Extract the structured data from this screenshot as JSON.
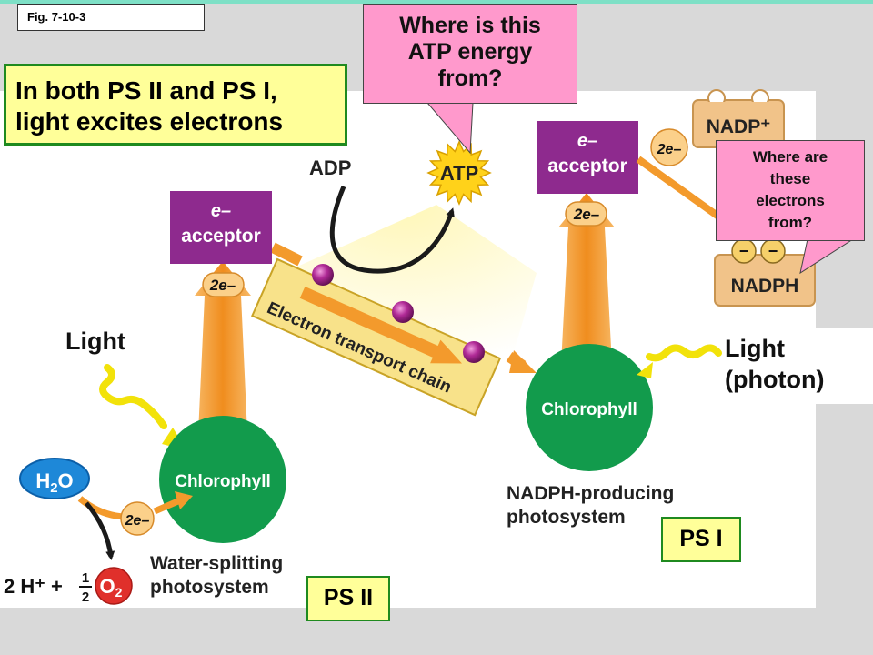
{
  "figure_label": "Fig. 7-10-3",
  "headline": {
    "line1": "In both PS II and PS I,",
    "line2": "light excites electrons"
  },
  "callout_atp": {
    "line1": "Where is this",
    "line2": "ATP energy",
    "line3": "from?"
  },
  "callout_electrons": {
    "line1": "Where are",
    "line2": "these",
    "line3": "electrons",
    "line4": "from?"
  },
  "ps2": {
    "acceptor_e": "e–",
    "acceptor_word": "acceptor",
    "electron_pair": "2e–",
    "chlorophyll": "Chlorophyll",
    "light": "Light",
    "water": "H2O",
    "water_main": "H",
    "water_sub": "2",
    "water_end": "O",
    "water_electrons": "2e–",
    "products": "2 H⁺ + ",
    "half_num": "1",
    "half_den": "2",
    "oxygen": "O",
    "oxygen_sub": "2",
    "system_line1": "Water-splitting",
    "system_line2": "photosystem",
    "label": "PS II"
  },
  "etc": {
    "adp": "ADP",
    "atp": "ATP",
    "label": "Electron transport chain"
  },
  "ps1": {
    "acceptor_e": "e–",
    "acceptor_word": "acceptor",
    "electron_pair": "2e–",
    "chlorophyll": "Chlorophyll",
    "light_line1": "Light",
    "light_line2": "(photon)",
    "system_line1": "NADPH-producing",
    "system_line2": "photosystem",
    "label": "PS I",
    "nadp": "NADP⁺",
    "nadp_electrons": "2e–",
    "nadph": "NADPH",
    "nadph_charge": "−"
  },
  "colors": {
    "acceptor": "#8e2a8e",
    "chlorophyll": "#129b4c",
    "arrow_orange": "#f39a2c",
    "callout_pink": "#ff99cc",
    "label_yellow": "#ffff99",
    "label_border": "#1f8a1f",
    "water_blue": "#1e88d8",
    "oxygen_red": "#e0302b",
    "nadp_tan": "#f1c389",
    "etc_band": "#f8e28a",
    "carrier_purple": "#a41c8c"
  }
}
